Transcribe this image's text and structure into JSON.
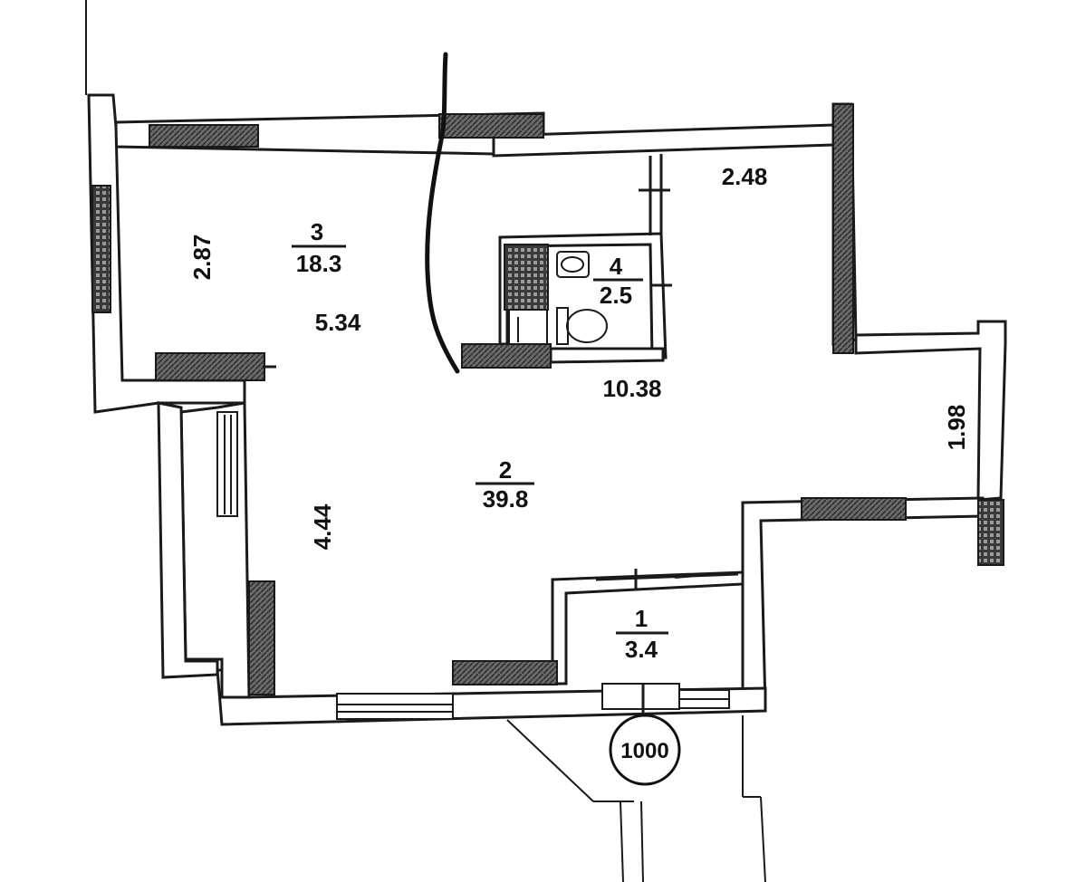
{
  "rooms": [
    {
      "number": "1",
      "area": "3.4"
    },
    {
      "number": "2",
      "area": "39.8"
    },
    {
      "number": "3",
      "area": "18.3"
    },
    {
      "number": "4",
      "area": "2.5"
    }
  ],
  "dimensions": [
    "2.87",
    "5.34",
    "2.48",
    "10.38",
    "1.98",
    "4.44"
  ],
  "door_marker": "1000",
  "colors": {
    "line": "#1a1a1a",
    "wall_fill": "#5a5a5a",
    "background": "#ffffff"
  }
}
